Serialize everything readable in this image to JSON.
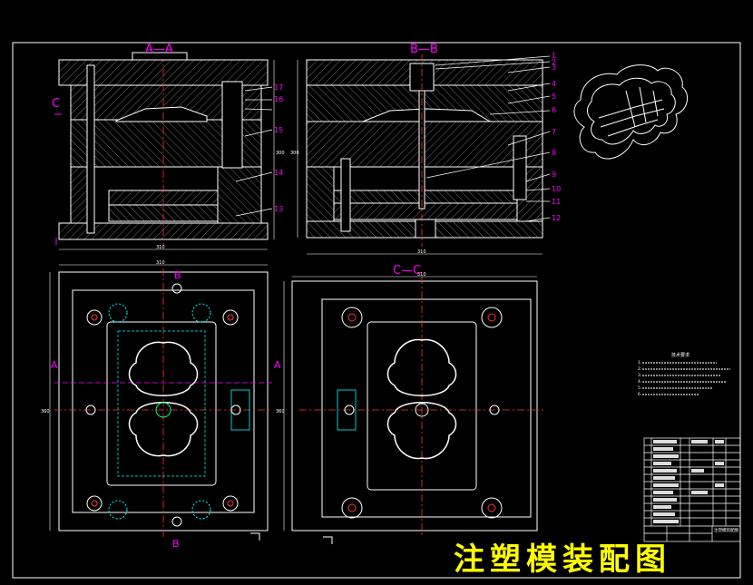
{
  "drawing": {
    "title": "注塑模装配图",
    "section_a": "A—A",
    "section_b": "B—B",
    "section_c": "C—C",
    "cut_a": "A",
    "cut_b": "B",
    "cut_c": "C",
    "dims": {
      "a_bottom": "310",
      "b_bottom": "310",
      "plan1_top": "310",
      "plan2_top": "310",
      "a_right": "300",
      "b_left": "300",
      "plan1_left": "360",
      "plan2_left": "360"
    },
    "part_numbers": [
      "1",
      "2",
      "3",
      "4",
      "5",
      "6",
      "7",
      "8",
      "9",
      "10",
      "11",
      "12",
      "13",
      "14",
      "15",
      "16",
      "17"
    ],
    "tech_requirements_title": "技术要求",
    "tech_requirements": [
      "1.",
      "2.",
      "3.",
      "4.",
      "5.",
      "6."
    ],
    "title_block_label": "注塑模装配图"
  },
  "colors": {
    "background": "#000000",
    "lines": "#ffffff",
    "center": "#ff0000",
    "labels": "#ff00ff",
    "hidden": "#00ffff",
    "title": "#ffff00"
  }
}
